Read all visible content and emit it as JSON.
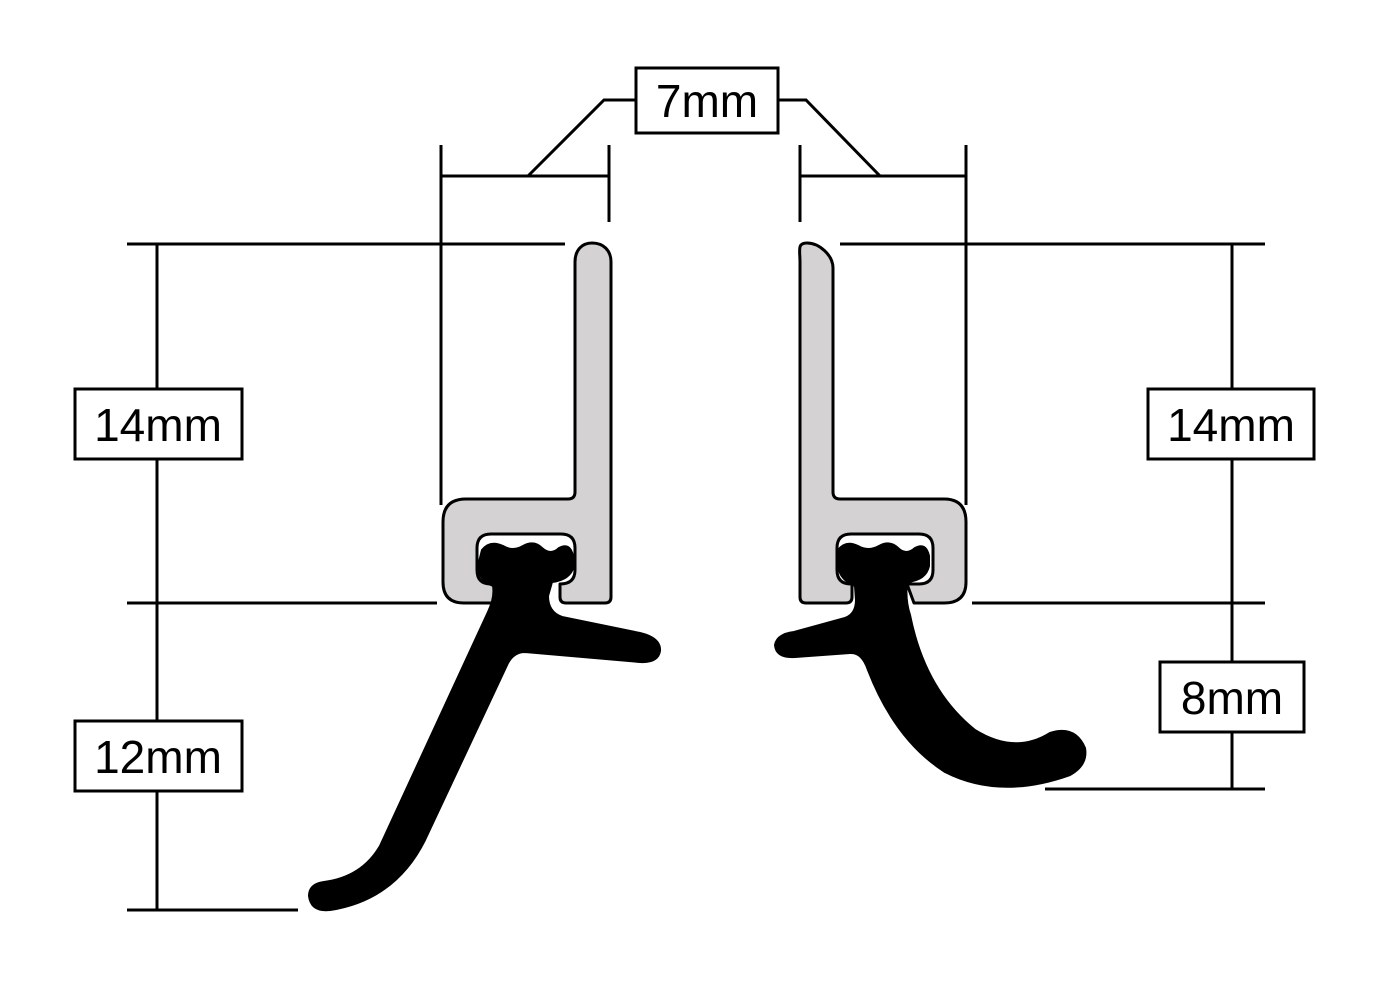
{
  "labels": {
    "gap_width": "7mm",
    "left_upper_height": "14mm",
    "left_lower_height": "12mm",
    "right_upper_height": "14mm",
    "right_lower_height": "8mm"
  },
  "colors": {
    "background": "#ffffff",
    "line": "#000000",
    "aluminium_profile": "#d4d2d2",
    "rubber_seal": "#000000"
  }
}
